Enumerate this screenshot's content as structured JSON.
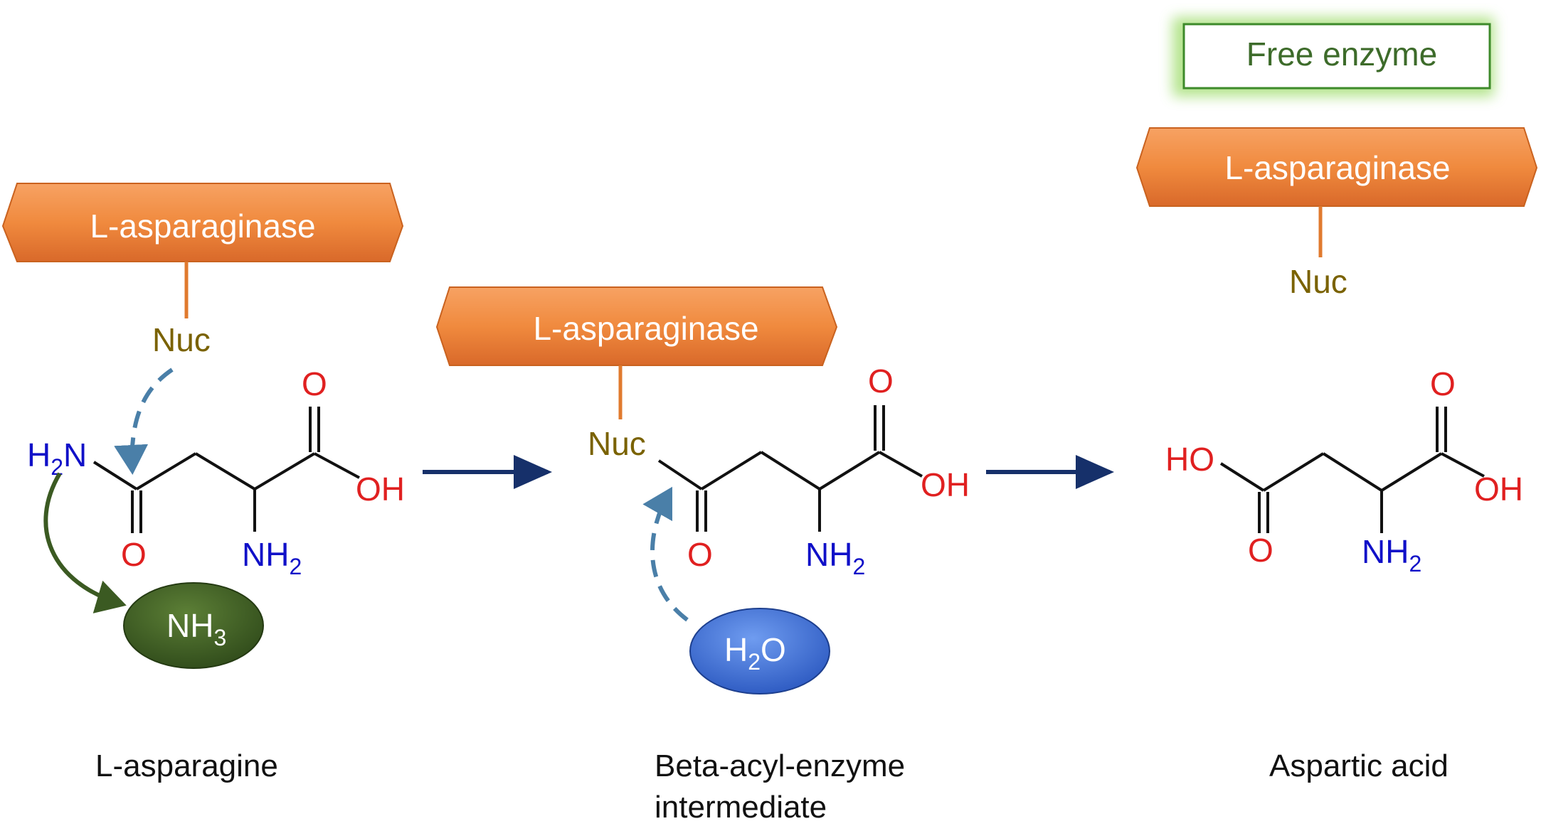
{
  "colors": {
    "enzyme_orange": "#f08a3e",
    "enzyme_orange_dark": "#d9692a",
    "oxygen_red": "#e02020",
    "nitrogen_blue": "#1010c8",
    "nuc_olive": "#7a6200",
    "arrow_navy": "#16306a",
    "dashed_blue": "#4a7fa8",
    "nh3_green": "#3b5a22",
    "h2o_blue": "#3a6fd8",
    "free_box_green": "#7acb4a"
  },
  "free_enzyme": {
    "label": "Free enzyme"
  },
  "stage1": {
    "enzyme_label": "L-asparaginase",
    "nuc": "Nuc",
    "caption": "L-asparagine",
    "atoms": {
      "amide_n": "H",
      "amide_n_sub": "2",
      "amide_n_tail": "N",
      "carbonyl_o": "O",
      "acid_o": "O",
      "acid_oh": "OH",
      "amine": "NH",
      "amine_sub": "2"
    },
    "released": {
      "label": "NH",
      "sub": "3"
    }
  },
  "stage2": {
    "enzyme_label": "L-asparaginase",
    "nuc": "Nuc",
    "caption_line1": "Beta-acyl-enzyme",
    "caption_line2": "intermediate",
    "atoms": {
      "carbonyl_o": "O",
      "acid_o": "O",
      "acid_oh": "OH",
      "amine": "NH",
      "amine_sub": "2"
    },
    "water": {
      "label_pre": "H",
      "sub": "2",
      "label_post": "O"
    }
  },
  "stage3": {
    "enzyme_label": "L-asparaginase",
    "nuc": "Nuc",
    "caption": "Aspartic acid",
    "atoms": {
      "side_oh": "HO",
      "carbonyl_o": "O",
      "acid_o": "O",
      "acid_oh": "OH",
      "amine": "NH",
      "amine_sub": "2"
    }
  }
}
